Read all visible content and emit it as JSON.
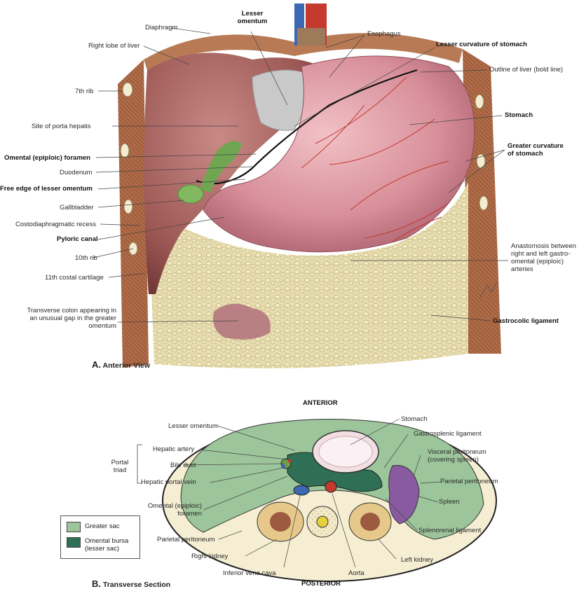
{
  "panel_a": {
    "labels": {
      "diaphragm": "Diaphragm",
      "lesser_omentum_top": "Lesser omentum",
      "esophagus": "Esophagus",
      "right_lobe_liver": "Right lobe of liver",
      "lesser_curvature": "Lesser curvature of stomach",
      "outline_liver": "Outline of liver (bold line)",
      "seventh_rib": "7th rib",
      "site_porta_hepatis": "Site of porta hepatis",
      "stomach": "Stomach",
      "greater_curvature": "Greater curvature of stomach",
      "omental_foramen": "Omental (epiploic) foramen",
      "duodenum": "Duodenum",
      "free_edge": "Free edge of lesser omentum",
      "gallbladder": "Gallbladder",
      "costodiaphragmatic": "Costodiaphragmatic recess",
      "pyloric_canal": "Pyloric canal",
      "tenth_rib": "10th rib",
      "anastomosis": "Anastomosis between right and left gastro-omental (epiploic) arteries",
      "costal_cartilage": "11th costal cartilage",
      "transverse_colon": "Transverse colon appearing in an unusual gap in the greater omentum",
      "gastrocolic": "Gastrocolic ligament"
    },
    "caption_letter": "A.",
    "caption_text": "Anterior View"
  },
  "panel_b": {
    "anterior": "ANTERIOR",
    "posterior": "POSTERIOR",
    "labels": {
      "stomach": "Stomach",
      "lesser_omentum": "Lesser omentum",
      "gastrosplenic": "Gastrosplenic ligament",
      "hepatic_artery": "Hepatic artery",
      "portal_triad": "Portal triad",
      "bile_duct": "Bile duct",
      "visceral_peritoneum": "Visceral peritoneum (covering spleen)",
      "hepatic_portal_vein": "Hepatic portal vein",
      "parietal_peritoneum_r": "Parietal peritoneum",
      "omental_foramen": "Omental (epiploic) foramen",
      "spleen": "Spleen",
      "splenorenal": "Splenorenal ligament",
      "parietal_peritoneum_l": "Parietal peritoneum",
      "right_kidney": "Right kidney",
      "left_kidney": "Left kidney",
      "ivc": "Inferior vena cava",
      "aorta": "Aorta"
    },
    "legend": [
      {
        "label": "Greater sac",
        "color": "#9dc59b"
      },
      {
        "label": "Omental bursa (lesser sac)",
        "color": "#2e6f55"
      }
    ],
    "caption_letter": "B.",
    "caption_text": "Transverse Section"
  }
}
